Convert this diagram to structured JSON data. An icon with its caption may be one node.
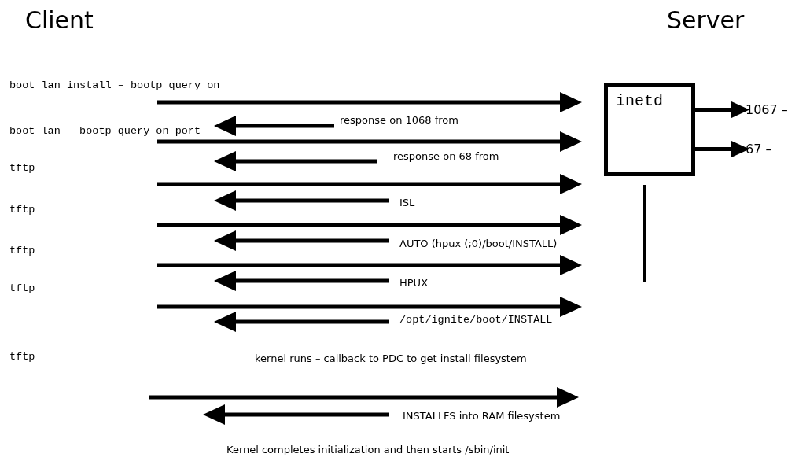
{
  "diagram": {
    "nodes": [
      {
        "text": [
          "inetd"
        ]
      },
      {
        "text": [
          "1067 –"
        ]
      },
      {
        "text": [
          "67 –"
        ]
      }
    ],
    "edges": [
      {
        "from": 0,
        "to": 1,
        "arrow": "to"
      },
      {
        "from": 0,
        "to": 2,
        "arrow": "to"
      }
    ],
    "labels": [
      "Client",
      "Server",
      "boot lan install – bootp query on",
      "response on 1068 from",
      "boot lan – bootp query on port",
      "response on 68 from",
      "tftp",
      "ISL",
      "tftp",
      "AUTO (hpux (;0)/boot/INSTALL)",
      "tftp",
      "HPUX",
      "tftp",
      "/opt/ignite/boot/INSTALL",
      "kernel runs – callback to PDC to get install filesystem",
      "tftp",
      "INSTALLFS into RAM filesystem",
      "Kernel completes initialization and then starts /sbin/init"
    ]
  }
}
